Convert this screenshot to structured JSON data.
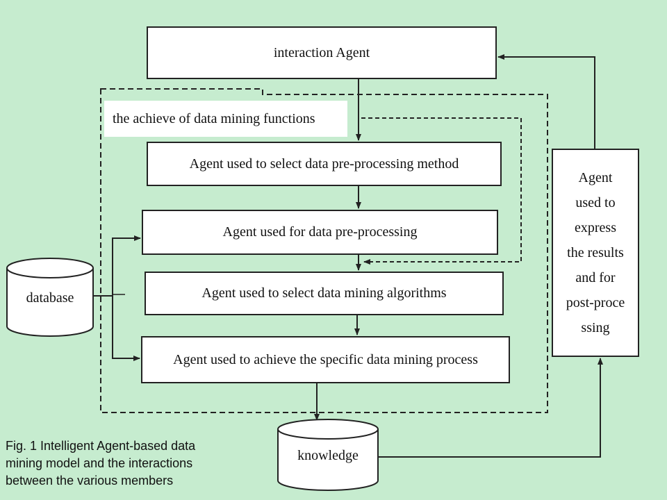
{
  "boxes": {
    "interaction_agent": "interaction Agent",
    "select_preprocessing": "Agent used to select data pre-processing method",
    "preprocessing": "Agent used for data pre-processing",
    "select_algorithms": "Agent used to select data mining algorithms",
    "achieve_process": "Agent used to achieve the specific data mining process",
    "express_results_lines": [
      "Agent",
      "used to",
      "express",
      "the results",
      "and for",
      "post-proce",
      "ssing"
    ]
  },
  "group_label": "the achieve of data mining functions",
  "database_label": "database",
  "knowledge_label": "knowledge",
  "caption_lines": [
    "Fig. 1 Intelligent Agent-based data",
    "mining model and the interactions",
    "between the various members"
  ],
  "colors": {
    "background": "#c6eccf",
    "box_fill": "#ffffff",
    "stroke": "#222222"
  }
}
